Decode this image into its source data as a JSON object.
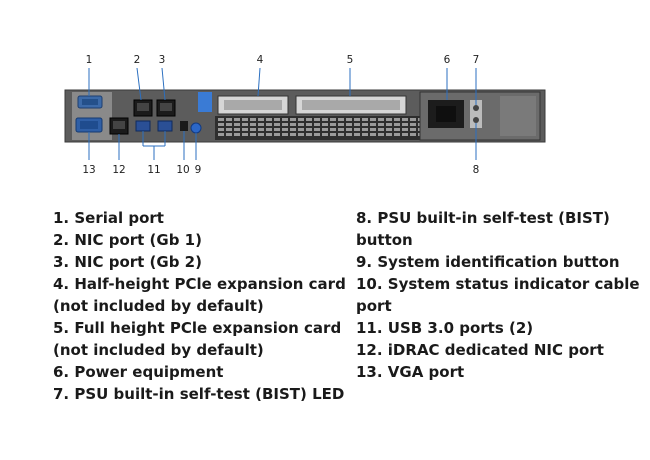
{
  "diagram": {
    "callouts": [
      {
        "id": "1",
        "label": "1"
      },
      {
        "id": "2",
        "label": "2"
      },
      {
        "id": "3",
        "label": "3"
      },
      {
        "id": "4",
        "label": "4"
      },
      {
        "id": "5",
        "label": "5"
      },
      {
        "id": "6",
        "label": "6"
      },
      {
        "id": "7",
        "label": "7"
      },
      {
        "id": "8",
        "label": "8"
      },
      {
        "id": "9",
        "label": "9"
      },
      {
        "id": "10",
        "label": "10"
      },
      {
        "id": "11",
        "label": "11"
      },
      {
        "id": "12",
        "label": "12"
      },
      {
        "id": "13",
        "label": "13"
      }
    ]
  },
  "legend": {
    "left": [
      "1. Serial port",
      "2. NIC port (Gb 1)",
      "3. NIC port (Gb 2)",
      "4. Half-height PCle expansion card",
      "(not included by default)",
      "5. Full height PCle expansion card",
      "(not included by default)",
      "6. Power equipment",
      "7. PSU built-in self-test (BIST) LED"
    ],
    "right": [
      "8. PSU built-in self-test (BIST)",
      "button",
      "9. System identification button",
      "10. System status indicator cable",
      "port",
      "11. USB 3.0 ports (2)",
      "12. iDRAC dedicated NIC port",
      "13. VGA port"
    ]
  }
}
